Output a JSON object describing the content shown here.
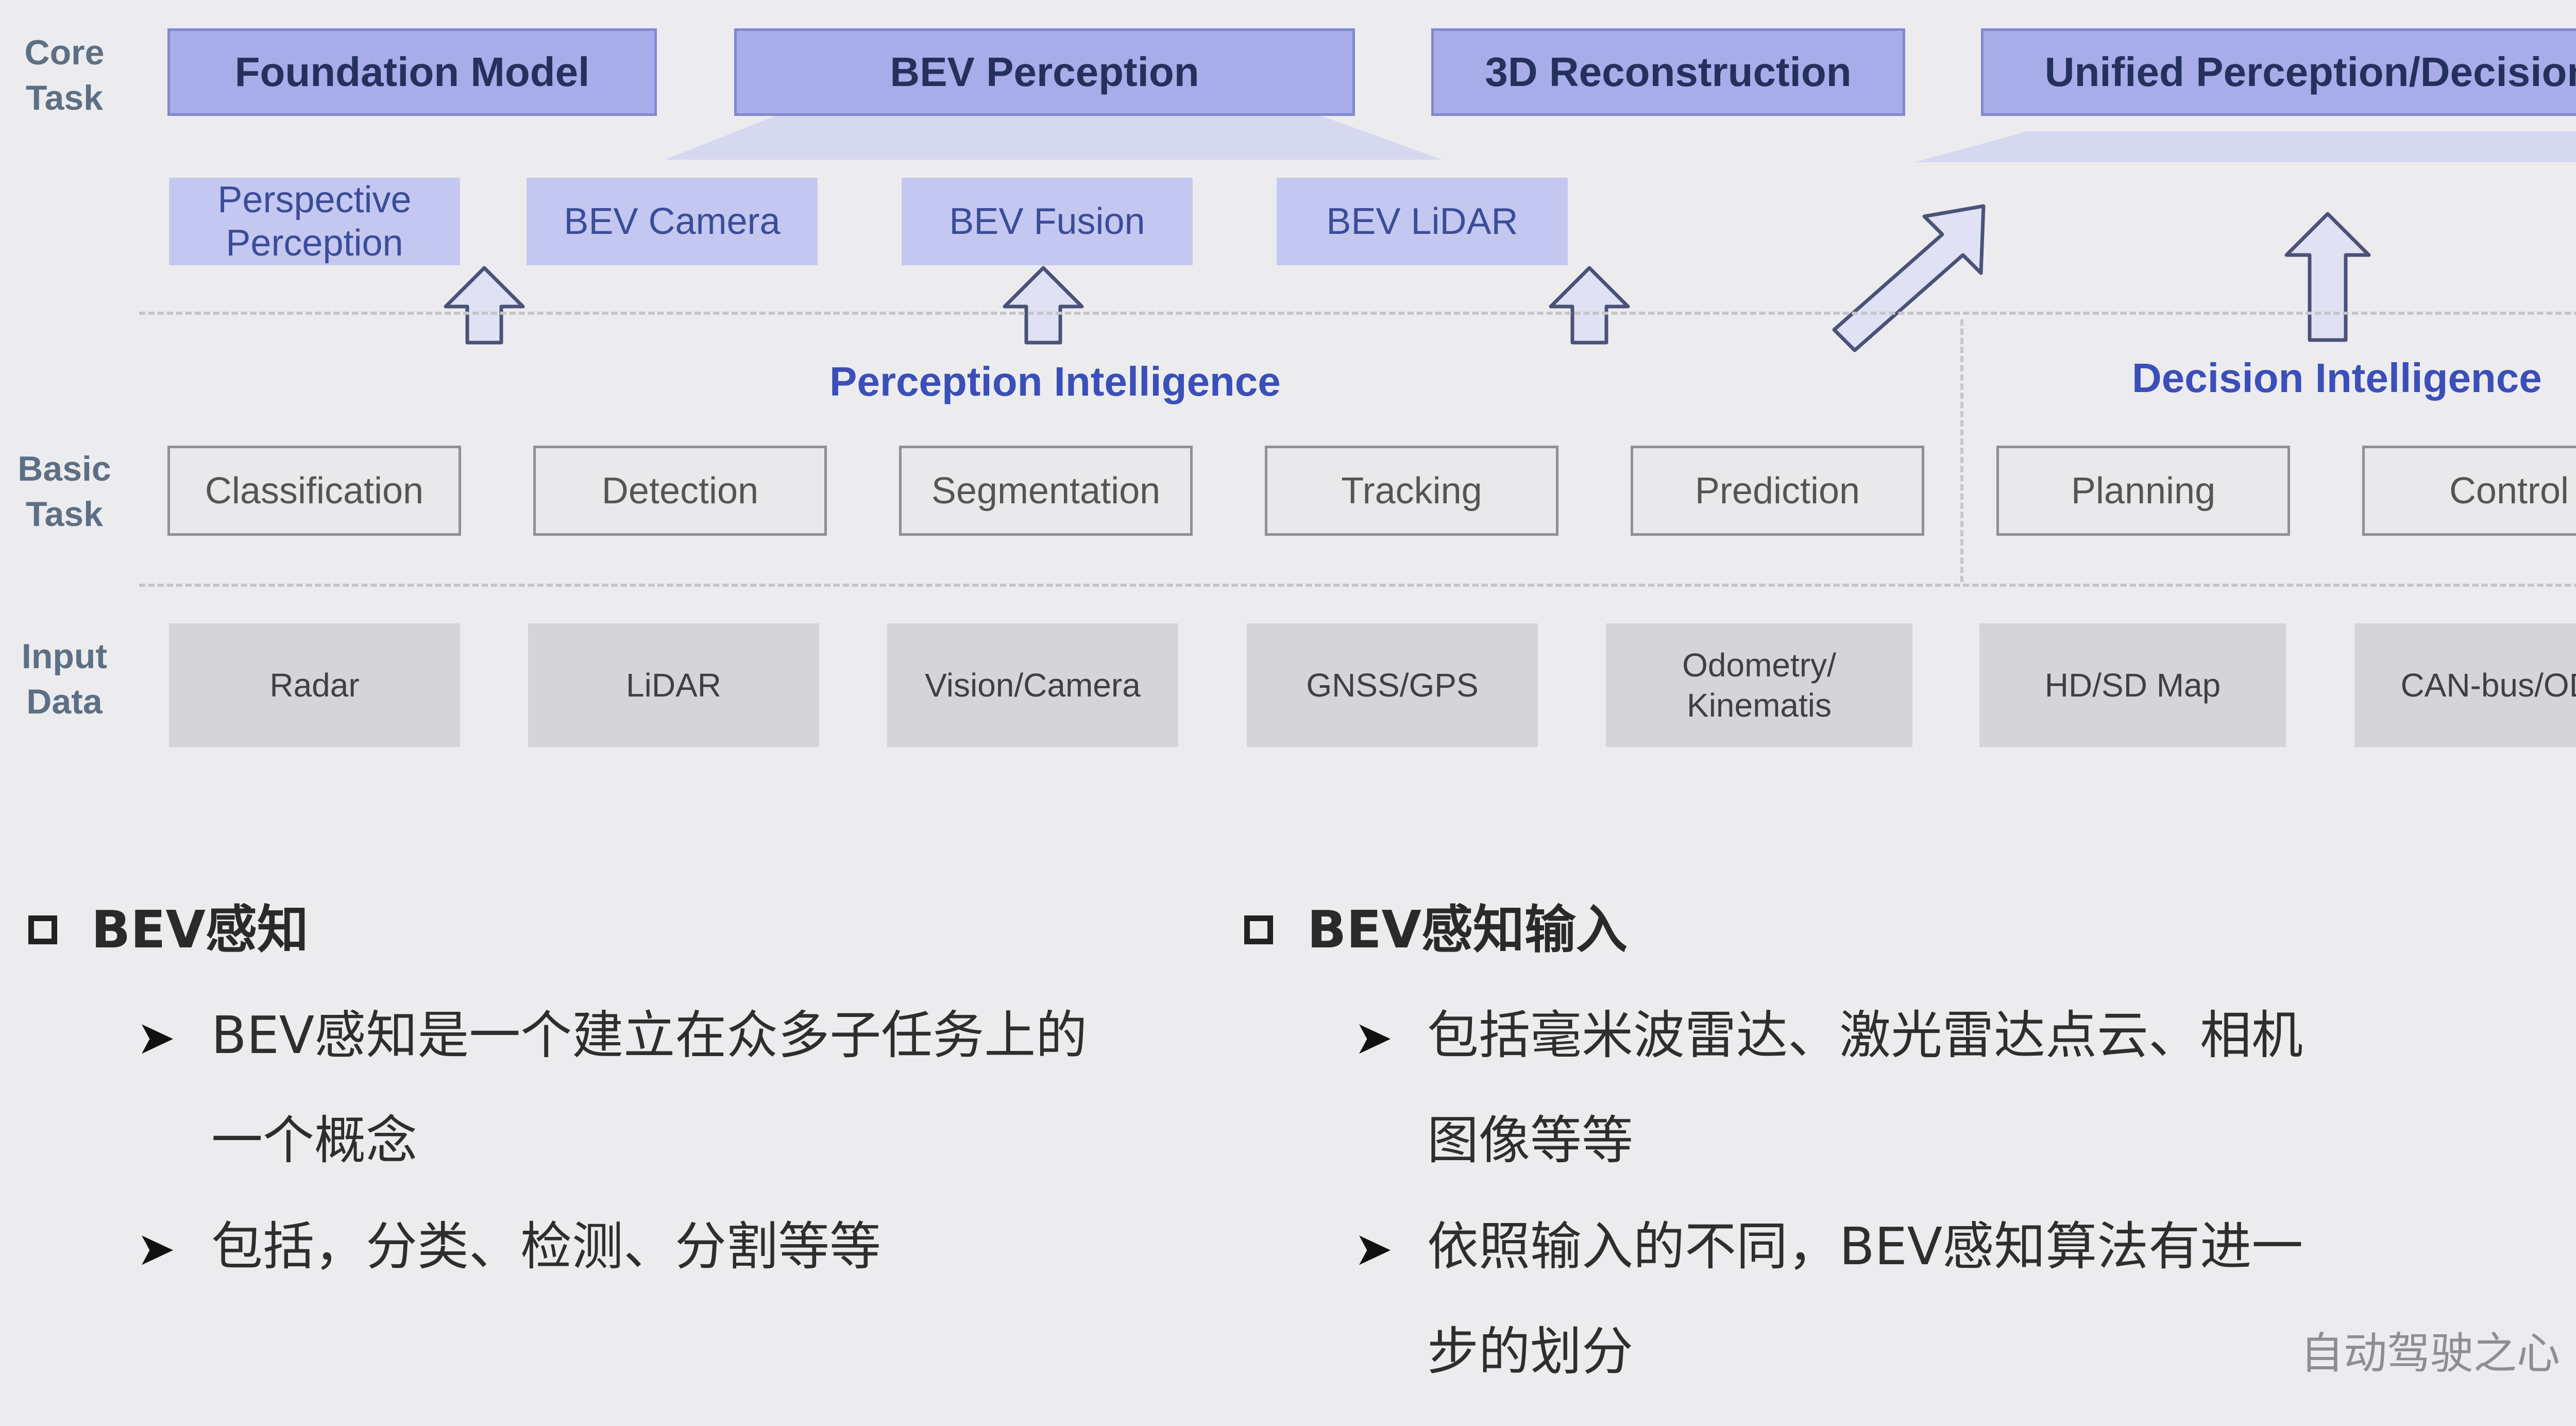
{
  "row_labels": {
    "core": "Core\nTask",
    "basic": "Basic\nTask",
    "input": "Input\nData"
  },
  "core_tasks": [
    "Foundation Model",
    "BEV Perception",
    "3D Reconstruction",
    "Unified Perception/Decision"
  ],
  "sub_tasks": [
    "Perspective\nPerception",
    "BEV Camera",
    "BEV Fusion",
    "BEV LiDAR"
  ],
  "section_titles": {
    "perception": "Perception Intelligence",
    "decision": "Decision Intelligence"
  },
  "basic_tasks": [
    "Classification",
    "Detection",
    "Segmentation",
    "Tracking",
    "Prediction",
    "Planning",
    "Control"
  ],
  "input_data": [
    "Radar",
    "LiDAR",
    "Vision/Camera",
    "GNSS/GPS",
    "Odometry/\nKinematis",
    "HD/SD Map",
    "CAN-bus/ODB"
  ],
  "left_section": {
    "title": "BEV感知",
    "bullets": [
      "BEV感知是一个建立在众多子任务上的\n一个概念",
      "包括，分类、检测、分割等等"
    ]
  },
  "right_section": {
    "title": "BEV感知输入",
    "bullets": [
      "包括毫米波雷达、激光雷达点云、相机\n图像等等",
      "依照输入的不同，BEV感知算法有进一\n步的划分"
    ]
  },
  "watermark": "自动驾驶之心",
  "colors": {
    "background": "#ececef",
    "core_box": "#a8ade9",
    "sub_box": "#c4c8f0",
    "section_title": "#3b4fb8",
    "row_label": "#5d6f84"
  }
}
